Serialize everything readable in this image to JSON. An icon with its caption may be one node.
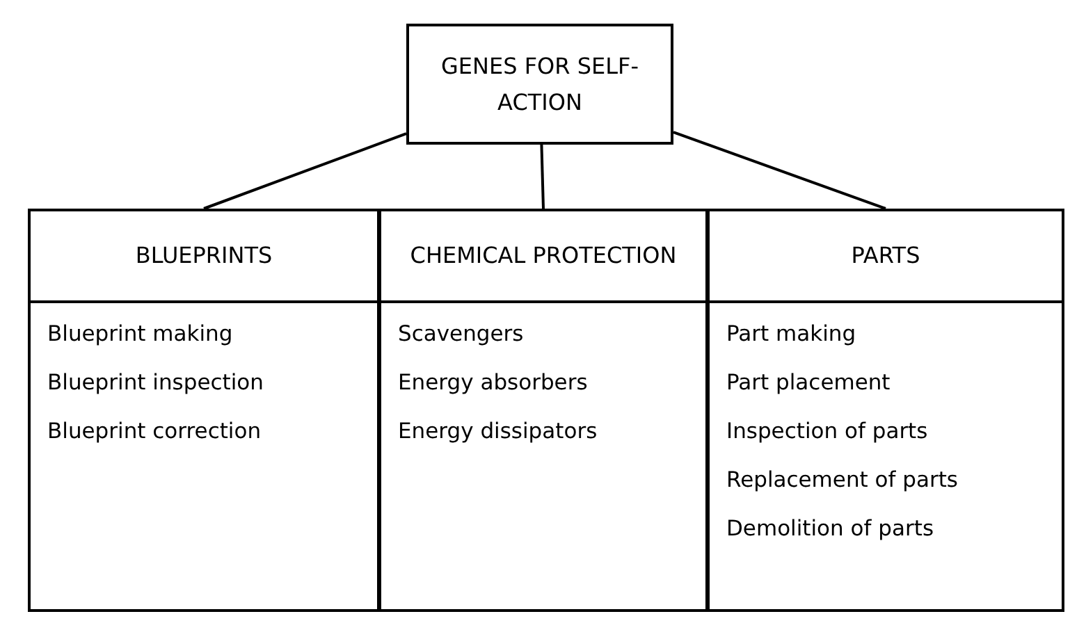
{
  "diagram": {
    "nodes": [
      {
        "text": [
          "GENES FOR SELF-ACTION"
        ]
      },
      {
        "text": [
          "BLUEPRINTS",
          "Blueprint making",
          "Blueprint inspection",
          "Blueprint correction"
        ]
      },
      {
        "text": [
          "CHEMICAL PROTECTION",
          "Scavengers",
          "Energy absorbers",
          "Energy dissipators"
        ]
      },
      {
        "text": [
          "PARTS",
          "Part making",
          "Part placement",
          "Inspection of parts",
          "Replacement of parts",
          "Demolition of parts"
        ]
      }
    ],
    "edges": [
      {
        "from": 0,
        "to": 1,
        "arrow": "none"
      },
      {
        "from": 0,
        "to": 2,
        "arrow": "none"
      },
      {
        "from": 0,
        "to": 3,
        "arrow": "none"
      }
    ]
  }
}
